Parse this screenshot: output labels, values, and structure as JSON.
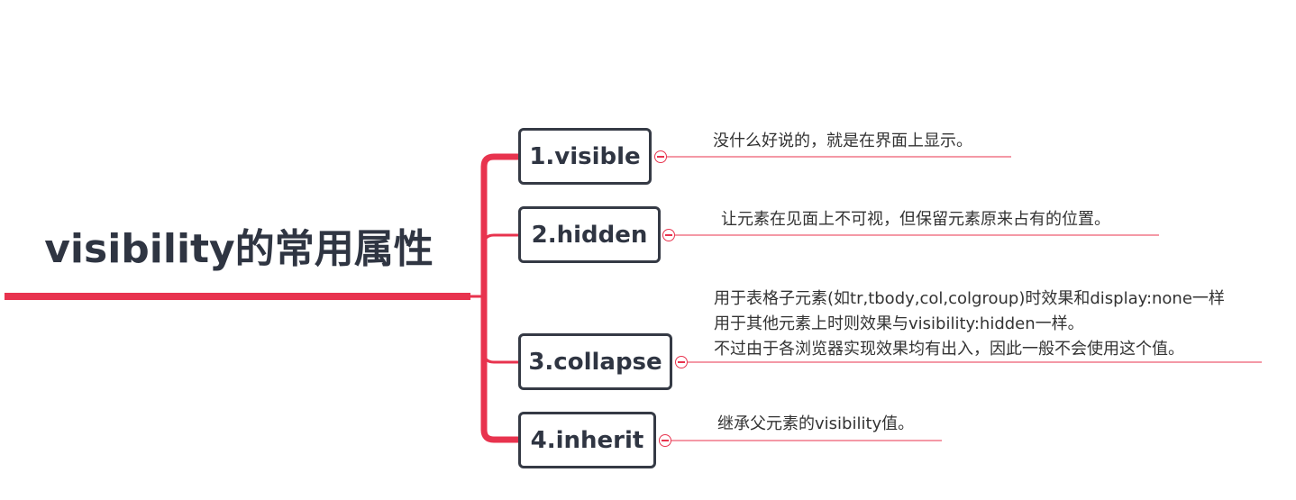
{
  "mindmap": {
    "root": {
      "title": "visibility的常用属性"
    },
    "branches": [
      {
        "label": "1.visible",
        "description": [
          "没什么好说的，就是在界面上显示。"
        ]
      },
      {
        "label": "2.hidden",
        "description": [
          "让元素在见面上不可视，但保留元素原来占有的位置。"
        ]
      },
      {
        "label": "3.collapse",
        "description": [
          "用于表格子元素(如tr,tbody,col,colgroup)时效果和display:none一样",
          "用于其他元素上时则效果与visibility:hidden一样。",
          "不过由于各浏览器实现效果均有出入，因此一般不会使用这个值。"
        ]
      },
      {
        "label": "4.inherit",
        "description": [
          "继承父元素的visibility值。"
        ]
      }
    ],
    "colors": {
      "connector": "#e8334e",
      "node_border": "#353a45",
      "text": "#2f3542"
    },
    "icons": {
      "toggle": "collapse-toggle-icon"
    }
  }
}
